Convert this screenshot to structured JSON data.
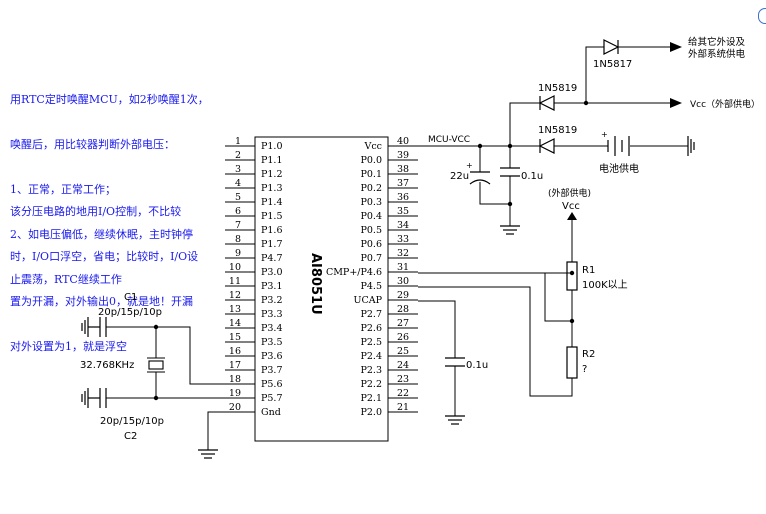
{
  "notes": {
    "block1": [
      "用RTC定时唤醒MCU，如2秒唤醒1次，",
      "唤醒后，用比较器判断外部电压：",
      "1、正常，正常工作；",
      "2、如电压偏低，继续休眠，主时钟停",
      "止震荡，RTC继续工作"
    ],
    "block2": [
      "该分压电路的地用I/O控制，不比较",
      "时，I/O口浮空，省电；比较时，I/O设",
      "置为开漏，对外输出0，就是地！开漏",
      "对外设置为1，就是浮空"
    ]
  },
  "chip": {
    "name": "AI8051U",
    "left_pins": [
      {
        "num": "1",
        "name": "P1.0"
      },
      {
        "num": "2",
        "name": "P1.1"
      },
      {
        "num": "3",
        "name": "P1.2"
      },
      {
        "num": "4",
        "name": "P1.3"
      },
      {
        "num": "5",
        "name": "P1.4"
      },
      {
        "num": "6",
        "name": "P1.5"
      },
      {
        "num": "7",
        "name": "P1.6"
      },
      {
        "num": "8",
        "name": "P1.7"
      },
      {
        "num": "9",
        "name": "P4.7"
      },
      {
        "num": "10",
        "name": "P3.0"
      },
      {
        "num": "11",
        "name": "P3.1"
      },
      {
        "num": "12",
        "name": "P3.2"
      },
      {
        "num": "13",
        "name": "P3.3"
      },
      {
        "num": "14",
        "name": "P3.4"
      },
      {
        "num": "15",
        "name": "P3.5"
      },
      {
        "num": "16",
        "name": "P3.6"
      },
      {
        "num": "17",
        "name": "P3.7"
      },
      {
        "num": "18",
        "name": "P5.6"
      },
      {
        "num": "19",
        "name": "P5.7"
      },
      {
        "num": "20",
        "name": "Gnd"
      }
    ],
    "right_pins": [
      {
        "num": "40",
        "name": "Vcc"
      },
      {
        "num": "39",
        "name": "P0.0"
      },
      {
        "num": "38",
        "name": "P0.1"
      },
      {
        "num": "37",
        "name": "P0.2"
      },
      {
        "num": "36",
        "name": "P0.3"
      },
      {
        "num": "35",
        "name": "P0.4"
      },
      {
        "num": "34",
        "name": "P0.5"
      },
      {
        "num": "33",
        "name": "P0.6"
      },
      {
        "num": "32",
        "name": "P0.7"
      },
      {
        "num": "31",
        "name": "CMP+/P4.6"
      },
      {
        "num": "30",
        "name": "P4.5"
      },
      {
        "num": "29",
        "name": "UCAP"
      },
      {
        "num": "28",
        "name": "P2.7"
      },
      {
        "num": "27",
        "name": "P2.6"
      },
      {
        "num": "26",
        "name": "P2.5"
      },
      {
        "num": "25",
        "name": "P2.4"
      },
      {
        "num": "24",
        "name": "P2.3"
      },
      {
        "num": "23",
        "name": "P2.2"
      },
      {
        "num": "22",
        "name": "P2.1"
      },
      {
        "num": "21",
        "name": "P2.0"
      }
    ]
  },
  "labels": {
    "c1_name": "C1",
    "c1_value": "20p/15p/10p",
    "c2_name": "C2",
    "c2_value": "20p/15p/10p",
    "crystal": "32.768KHz",
    "mcu_vcc": "MCU-VCC",
    "cap_22u": "22u",
    "cap_01u_top": "0.1u",
    "cap_01u_ucap": "0.1u",
    "diode_1n5817": "1N5817",
    "diode_1n5819_a": "1N5819",
    "diode_1n5819_b": "1N5819",
    "out_peripheral": [
      "给其它外设及",
      "外部系统供电"
    ],
    "out_vcc": "Vcc（外部供电）",
    "battery": "电池供电",
    "ext_supply": "(外部供电)",
    "vcc": "Vcc",
    "r1_name": "R1",
    "r1_value": "100K以上",
    "r2_name": "R2",
    "r2_value": "?"
  }
}
